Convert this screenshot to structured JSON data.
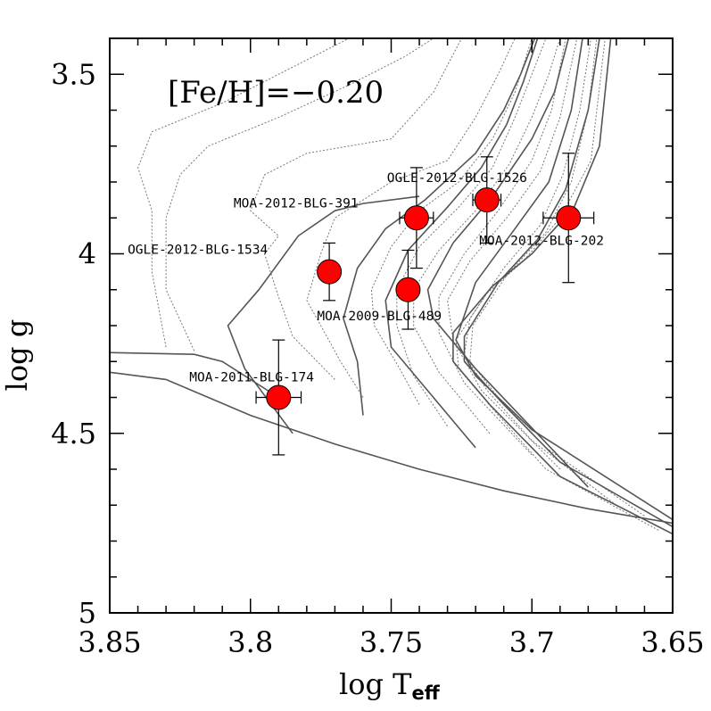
{
  "chart_data": {
    "type": "scatter",
    "x_range": [
      3.85,
      3.65
    ],
    "y_range": [
      3.4,
      5.0
    ],
    "x_ticks": [
      {
        "value": 3.85,
        "label": "3.85"
      },
      {
        "value": 3.8,
        "label": "3.8"
      },
      {
        "value": 3.75,
        "label": "3.75"
      },
      {
        "value": 3.7,
        "label": "3.7"
      },
      {
        "value": 3.65,
        "label": "3.65"
      }
    ],
    "y_ticks": [
      {
        "value": 3.5,
        "label": "3.5"
      },
      {
        "value": 4.0,
        "label": "4"
      },
      {
        "value": 4.5,
        "label": "4.5"
      },
      {
        "value": 5.0,
        "label": "5"
      }
    ],
    "x_minor_step": 0.01,
    "y_minor_step": 0.1,
    "x_label_main": "log T",
    "x_label_sub": "eff",
    "y_label_main": "log g",
    "annotation": "[Fe/H]=−0.20",
    "marker_color": "#ff0000",
    "isochrone_color": "#555555",
    "stars": [
      {
        "name": "MOA-2011-BLG-174",
        "x": 3.79,
        "y": 4.4,
        "xerr": 0.008,
        "yerr_up": 0.16,
        "yerr_down": 0.16
      },
      {
        "name": "OGLE-2012-BLG-1534",
        "x": 3.772,
        "y": 4.05,
        "xerr": 0.0,
        "yerr_up": 0.08,
        "yerr_down": 0.08
      },
      {
        "name": "MOA-2012-BLG-391",
        "x": 3.741,
        "y": 3.9,
        "xerr": 0.006,
        "yerr_up": 0.14,
        "yerr_down": 0.14
      },
      {
        "name": "MOA-2009-BLG-489",
        "x": 3.744,
        "y": 4.1,
        "xerr": 0.0,
        "yerr_up": 0.11,
        "yerr_down": 0.11
      },
      {
        "name": "OGLE-2012-BLG-1526",
        "x": 3.716,
        "y": 3.85,
        "xerr": 0.005,
        "yerr_up": 0.12,
        "yerr_down": 0.12
      },
      {
        "name": "MOA-2012-BLG-202",
        "x": 3.687,
        "y": 3.9,
        "xerr": 0.009,
        "yerr_up": 0.18,
        "yerr_down": 0.18
      }
    ],
    "isochrones_solid": [
      [
        [
          3.85,
          4.33
        ],
        [
          3.83,
          4.35
        ],
        [
          3.8,
          4.45
        ],
        [
          3.77,
          4.53
        ],
        [
          3.74,
          4.6
        ],
        [
          3.71,
          4.66
        ],
        [
          3.68,
          4.71
        ],
        [
          3.65,
          4.75
        ]
      ],
      [
        [
          3.79,
          4.4
        ],
        [
          3.81,
          4.3
        ],
        [
          3.82,
          4.28
        ],
        [
          3.85,
          4.275
        ]
      ],
      [
        [
          3.785,
          4.5
        ],
        [
          3.802,
          4.32
        ],
        [
          3.808,
          4.2
        ],
        [
          3.797,
          4.1
        ],
        [
          3.783,
          3.95
        ],
        [
          3.77,
          3.88
        ],
        [
          3.76,
          3.86
        ],
        [
          3.74,
          3.84
        ]
      ],
      [
        [
          3.76,
          4.45
        ],
        [
          3.762,
          4.3
        ],
        [
          3.767,
          4.18
        ],
        [
          3.762,
          4.04
        ],
        [
          3.752,
          3.93
        ],
        [
          3.738,
          3.85
        ],
        [
          3.72,
          3.72
        ],
        [
          3.71,
          3.6
        ],
        [
          3.704,
          3.5
        ],
        [
          3.699,
          3.4
        ]
      ],
      [
        [
          3.72,
          4.54
        ],
        [
          3.75,
          4.26
        ],
        [
          3.752,
          4.13
        ],
        [
          3.744,
          3.99
        ],
        [
          3.73,
          3.87
        ],
        [
          3.718,
          3.76
        ],
        [
          3.709,
          3.64
        ],
        [
          3.703,
          3.52
        ],
        [
          3.698,
          3.4
        ]
      ],
      [
        [
          3.68,
          4.65
        ],
        [
          3.72,
          4.32
        ],
        [
          3.735,
          4.18
        ],
        [
          3.737,
          4.1
        ],
        [
          3.728,
          3.97
        ],
        [
          3.714,
          3.84
        ],
        [
          3.7,
          3.68
        ],
        [
          3.692,
          3.55
        ],
        [
          3.687,
          3.4
        ]
      ],
      [
        [
          3.65,
          4.74
        ],
        [
          3.7,
          4.49
        ],
        [
          3.72,
          4.34
        ],
        [
          3.727,
          4.24
        ],
        [
          3.72,
          4.08
        ],
        [
          3.706,
          3.93
        ],
        [
          3.694,
          3.8
        ],
        [
          3.686,
          3.6
        ],
        [
          3.682,
          3.4
        ]
      ],
      [
        [
          3.65,
          4.76
        ],
        [
          3.69,
          4.58
        ],
        [
          3.71,
          4.42
        ],
        [
          3.724,
          4.3
        ],
        [
          3.724,
          4.23
        ],
        [
          3.712,
          4.08
        ],
        [
          3.698,
          3.96
        ],
        [
          3.688,
          3.82
        ],
        [
          3.68,
          3.6
        ],
        [
          3.676,
          3.4
        ]
      ],
      [
        [
          3.65,
          4.78
        ],
        [
          3.69,
          4.62
        ],
        [
          3.715,
          4.42
        ],
        [
          3.728,
          4.3
        ],
        [
          3.728,
          4.22
        ],
        [
          3.714,
          4.09
        ],
        [
          3.7,
          4.0
        ],
        [
          3.685,
          3.87
        ],
        [
          3.676,
          3.7
        ],
        [
          3.672,
          3.4
        ]
      ]
    ],
    "isochrones_dashed": [
      [
        [
          3.76,
          4.4
        ],
        [
          3.768,
          4.3
        ],
        [
          3.775,
          4.2
        ],
        [
          3.78,
          4.13
        ],
        [
          3.775,
          4.0
        ],
        [
          3.77,
          3.9
        ],
        [
          3.75,
          3.8
        ],
        [
          3.73,
          3.74
        ],
        [
          3.72,
          3.62
        ],
        [
          3.712,
          3.5
        ],
        [
          3.706,
          3.4
        ]
      ],
      [
        [
          3.77,
          4.35
        ],
        [
          3.785,
          4.23
        ],
        [
          3.79,
          4.12
        ],
        [
          3.795,
          4.0
        ],
        [
          3.79,
          3.95
        ],
        [
          3.8,
          3.88
        ],
        [
          3.795,
          3.78
        ],
        [
          3.78,
          3.72
        ],
        [
          3.75,
          3.68
        ],
        [
          3.735,
          3.55
        ],
        [
          3.725,
          3.4
        ]
      ],
      [
        [
          3.82,
          4.27
        ],
        [
          3.83,
          4.1
        ],
        [
          3.83,
          3.9
        ],
        [
          3.825,
          3.78
        ],
        [
          3.815,
          3.7
        ],
        [
          3.79,
          3.62
        ],
        [
          3.765,
          3.53
        ],
        [
          3.745,
          3.45
        ],
        [
          3.735,
          3.4
        ]
      ],
      [
        [
          3.83,
          4.26
        ],
        [
          3.835,
          4.05
        ],
        [
          3.835,
          3.88
        ],
        [
          3.84,
          3.76
        ],
        [
          3.835,
          3.66
        ],
        [
          3.81,
          3.58
        ],
        [
          3.785,
          3.48
        ],
        [
          3.765,
          3.4
        ]
      ],
      [
        [
          3.74,
          4.42
        ],
        [
          3.747,
          4.32
        ],
        [
          3.756,
          4.2
        ],
        [
          3.757,
          4.1
        ],
        [
          3.75,
          3.98
        ],
        [
          3.74,
          3.88
        ],
        [
          3.726,
          3.8
        ],
        [
          3.714,
          3.68
        ],
        [
          3.706,
          3.55
        ],
        [
          3.7,
          3.4
        ]
      ],
      [
        [
          3.73,
          4.48
        ],
        [
          3.742,
          4.34
        ],
        [
          3.748,
          4.2
        ],
        [
          3.748,
          4.1
        ],
        [
          3.74,
          3.98
        ],
        [
          3.726,
          3.87
        ],
        [
          3.714,
          3.76
        ],
        [
          3.706,
          3.62
        ],
        [
          3.7,
          3.5
        ],
        [
          3.695,
          3.4
        ]
      ],
      [
        [
          3.715,
          4.5
        ],
        [
          3.733,
          4.33
        ],
        [
          3.742,
          4.2
        ],
        [
          3.742,
          4.1
        ],
        [
          3.733,
          3.99
        ],
        [
          3.72,
          3.88
        ],
        [
          3.708,
          3.75
        ],
        [
          3.7,
          3.62
        ],
        [
          3.694,
          3.5
        ],
        [
          3.69,
          3.4
        ]
      ],
      [
        [
          3.7,
          4.56
        ],
        [
          3.724,
          4.36
        ],
        [
          3.733,
          4.22
        ],
        [
          3.733,
          4.12
        ],
        [
          3.724,
          4.0
        ],
        [
          3.712,
          3.88
        ],
        [
          3.7,
          3.74
        ],
        [
          3.693,
          3.6
        ],
        [
          3.688,
          3.4
        ]
      ],
      [
        [
          3.69,
          4.6
        ],
        [
          3.718,
          4.38
        ],
        [
          3.728,
          4.24
        ],
        [
          3.73,
          4.13
        ],
        [
          3.722,
          4.02
        ],
        [
          3.709,
          3.9
        ],
        [
          3.697,
          3.77
        ],
        [
          3.69,
          3.62
        ],
        [
          3.684,
          3.4
        ]
      ],
      [
        [
          3.67,
          4.7
        ],
        [
          3.7,
          4.52
        ],
        [
          3.716,
          4.38
        ],
        [
          3.724,
          4.28
        ],
        [
          3.722,
          4.18
        ],
        [
          3.71,
          4.04
        ],
        [
          3.697,
          3.92
        ],
        [
          3.689,
          3.78
        ],
        [
          3.683,
          3.6
        ],
        [
          3.679,
          3.4
        ]
      ],
      [
        [
          3.66,
          4.73
        ],
        [
          3.695,
          4.54
        ],
        [
          3.712,
          4.4
        ],
        [
          3.722,
          4.3
        ],
        [
          3.721,
          4.2
        ],
        [
          3.709,
          4.06
        ],
        [
          3.695,
          3.94
        ],
        [
          3.686,
          3.8
        ],
        [
          3.68,
          3.6
        ],
        [
          3.677,
          3.4
        ]
      ],
      [
        [
          3.655,
          4.77
        ],
        [
          3.695,
          4.6
        ],
        [
          3.713,
          4.44
        ],
        [
          3.726,
          4.32
        ],
        [
          3.727,
          4.24
        ],
        [
          3.716,
          4.11
        ],
        [
          3.703,
          4.02
        ],
        [
          3.69,
          3.9
        ],
        [
          3.679,
          3.74
        ],
        [
          3.674,
          3.4
        ]
      ]
    ]
  }
}
